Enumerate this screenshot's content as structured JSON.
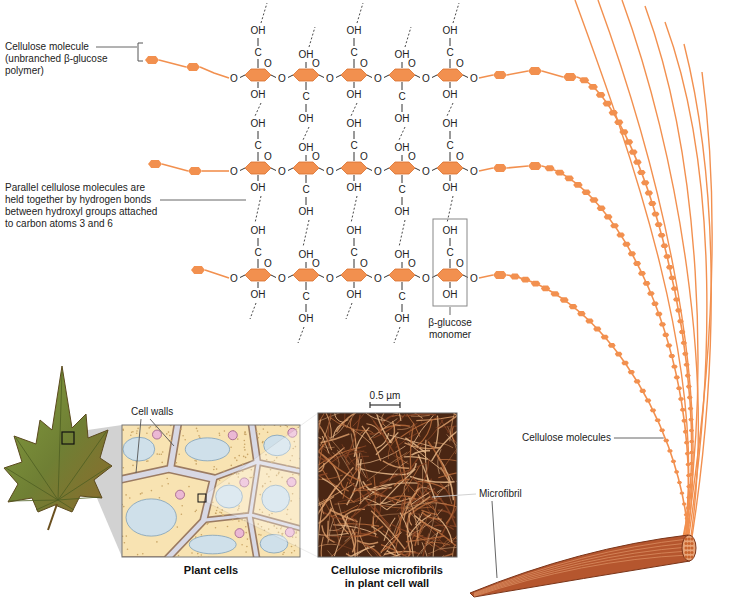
{
  "diagram": {
    "labels": [
      "Cellulose molecule (unbranched β-glucose polymer)",
      "Parallel cellulose molecules are held together by hydrogen bonds between hydroxyl groups attached to carbon atoms 3 and 6",
      "O",
      "OH",
      "C",
      "O",
      "OH",
      "O",
      "OH",
      "O",
      "C",
      "OH",
      "O",
      "OH",
      "C",
      "O",
      "OH",
      "O",
      "OH",
      "O",
      "C",
      "OH",
      "O",
      "OH",
      "C",
      "O",
      "OH",
      "O",
      "O",
      "OH",
      "C",
      "O",
      "OH",
      "O",
      "OH",
      "O",
      "C",
      "OH",
      "O",
      "OH",
      "C",
      "O",
      "OH",
      "O",
      "OH",
      "O",
      "C",
      "OH",
      "O",
      "OH",
      "C",
      "O",
      "OH",
      "O",
      "O",
      "OH",
      "C",
      "O",
      "OH",
      "O",
      "OH",
      "O",
      "C",
      "OH",
      "O",
      "OH",
      "C",
      "O",
      "OH",
      "O",
      "OH",
      "O",
      "C",
      "OH",
      "O",
      "OH",
      "C",
      "O",
      "OH",
      "O",
      "β-glucose monomer",
      "Cell walls",
      "0.5 µm",
      "Microfibril",
      "Cellulose molecules",
      "Plant cells",
      "Cellulose microfibrils in plant cell wall"
    ]
  }
}
